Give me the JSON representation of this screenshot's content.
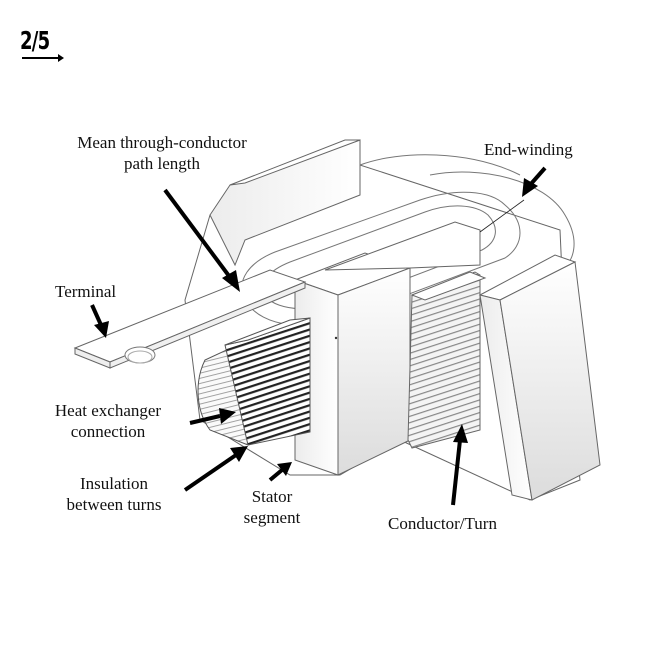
{
  "page_indicator": {
    "text": "2/5",
    "icon": "arrow-right-icon"
  },
  "diagram": {
    "subject": "Segmented stator with concentrated winding (isometric view)",
    "labels": {
      "mean_path_line1": "Mean through-conductor",
      "mean_path_line2": "path length",
      "end_winding": "End-winding",
      "terminal": "Terminal",
      "heat_exchanger_line1": "Heat exchanger",
      "heat_exchanger_line2": "connection",
      "insulation_line1": "Insulation",
      "insulation_line2": "between turns",
      "stator_line1": "Stator",
      "stator_line2": "segment",
      "conductor_turn": "Conductor/Turn"
    },
    "colors": {
      "line": "#555555",
      "arrow": "#000000",
      "shade": "#d8d8d8",
      "background": "#ffffff"
    }
  }
}
